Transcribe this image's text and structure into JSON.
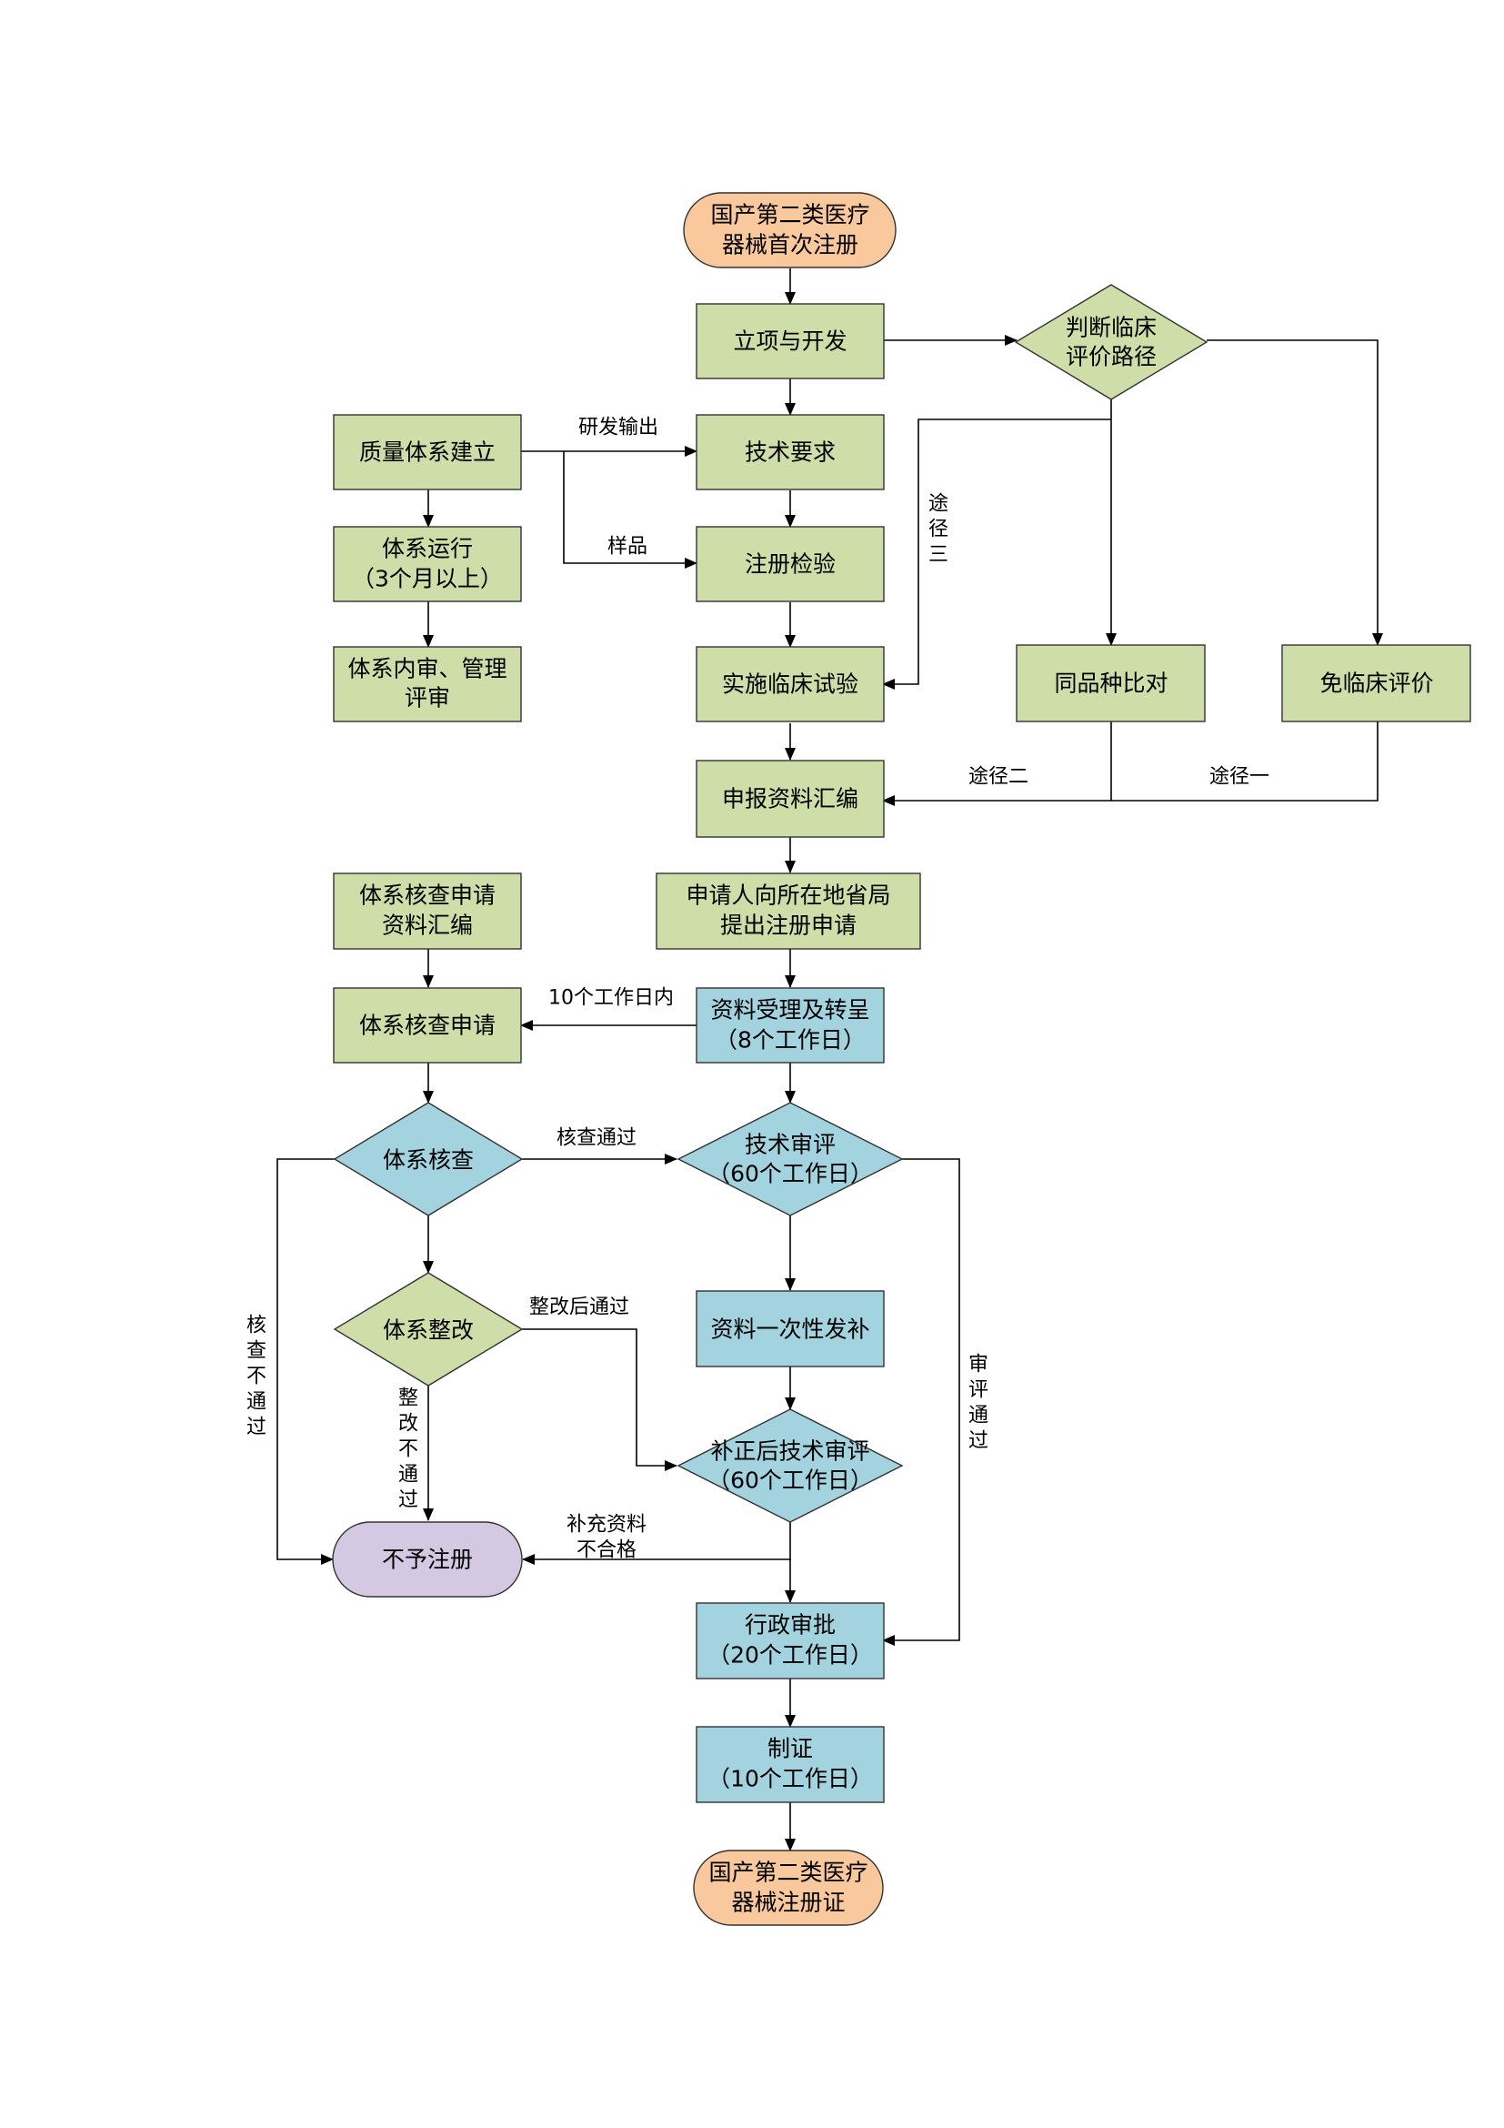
{
  "colors": {
    "green": "#cfdda9",
    "blue": "#a2d3df",
    "orange": "#f9c89c",
    "purple": "#d4c8e2",
    "line": "#000000"
  },
  "nodes": {
    "start": [
      "国产第二类医疗",
      "器械首次注册"
    ],
    "project_dev": [
      "立项与开发"
    ],
    "clinical_path": [
      "判断临床",
      "评价路径"
    ],
    "quality_setup": [
      "质量体系建立"
    ],
    "tech_req": [
      "技术要求"
    ],
    "system_run": [
      "体系运行",
      "（3个月以上）"
    ],
    "reg_inspection": [
      "注册检验"
    ],
    "internal_audit": [
      "体系内审、管理",
      "评审"
    ],
    "clinical_trial": [
      "实施临床试验"
    ],
    "same_compare": [
      "同品种比对"
    ],
    "exempt_clinical": [
      "免临床评价"
    ],
    "dossier": [
      "申报资料汇编"
    ],
    "check_dossier": [
      "体系核查申请",
      "资料汇编"
    ],
    "apply": [
      "申请人向所在地省局",
      "提出注册申请"
    ],
    "check_apply": [
      "体系核查申请"
    ],
    "accept": [
      "资料受理及转呈",
      "（8个工作日）"
    ],
    "system_check": [
      "体系核查"
    ],
    "tech_review": [
      "技术审评",
      "（60个工作日）"
    ],
    "rectify": [
      "体系整改"
    ],
    "supplement": [
      "资料一次性发补"
    ],
    "re_review": [
      "补正后技术审评",
      "（60个工作日）"
    ],
    "reject": [
      "不予注册"
    ],
    "admin_approval": [
      "行政审批",
      "（20个工作日）"
    ],
    "certificate": [
      "制证",
      "（10个工作日）"
    ],
    "end": [
      "国产第二类医疗",
      "器械注册证"
    ]
  },
  "edge_labels": {
    "rd_output": "研发输出",
    "sample": "样品",
    "path3": [
      "途",
      "径",
      "三"
    ],
    "path2": "途径二",
    "path1": "途径一",
    "within_10": "10个工作日内",
    "check_pass": "核查通过",
    "check_fail": [
      "核",
      "查",
      "不",
      "通",
      "过"
    ],
    "rectify_pass": "整改后通过",
    "rectify_fail": [
      "整",
      "改",
      "不",
      "通",
      "过"
    ],
    "review_pass": [
      "审",
      "评",
      "通",
      "过"
    ],
    "supp_fail": [
      "补充资料",
      "不合格"
    ]
  }
}
